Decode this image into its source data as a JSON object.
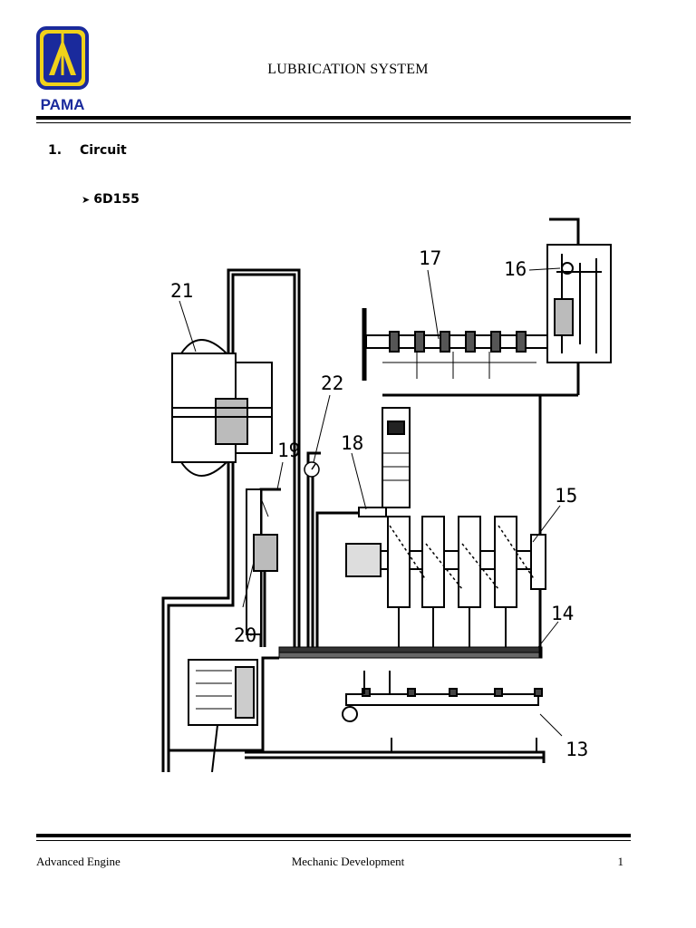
{
  "logo": {
    "text": "PAMA",
    "bg": "#1a2a9c",
    "accent": "#f0d21a"
  },
  "header": {
    "title": "LUBRICATION SYSTEM"
  },
  "section": {
    "number": "1.",
    "title": "Circuit"
  },
  "subsection": {
    "bullet_icon": "triangle-right-icon",
    "title": "6D155"
  },
  "diagram": {
    "labels": {
      "l21": "21",
      "l17": "17",
      "l16": "16",
      "l22": "22",
      "l18": "18",
      "l19": "19",
      "l15": "15",
      "l14": "14",
      "l20": "20",
      "l13": "13"
    }
  },
  "footer": {
    "left": "Advanced Engine",
    "center": "Mechanic Development",
    "page": "1"
  }
}
